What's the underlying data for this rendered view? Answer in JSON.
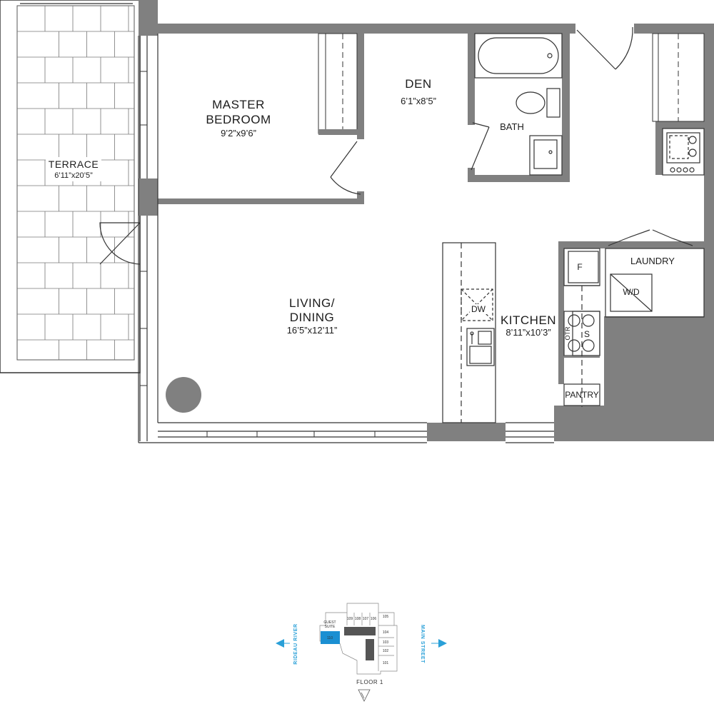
{
  "rooms": {
    "terrace": {
      "name": "TERRACE",
      "dims": "6’11”x20’5”"
    },
    "master_bedroom": {
      "name_line1": "MASTER",
      "name_line2": "BEDROOM",
      "dims": "9’2”x9’6”"
    },
    "den": {
      "name": "DEN",
      "dims": "6’1”x8’5”"
    },
    "bath": {
      "name": "BATH"
    },
    "living_dining": {
      "name_line1": "LIVING/",
      "name_line2": "DINING",
      "dims": "16’5”x12’11”"
    },
    "kitchen": {
      "name": "KITCHEN",
      "dims": "8’11”x10’3”"
    },
    "laundry": {
      "name": "LAUNDRY"
    },
    "pantry": {
      "name": "PANTRY"
    }
  },
  "fixtures": {
    "fridge": "F",
    "dishwasher": "DW",
    "washer_dryer": "W/D",
    "otr": "OTR",
    "stove": "S"
  },
  "keyplan": {
    "units": [
      "109",
      "108",
      "107",
      "106",
      "105",
      "104",
      "103",
      "102",
      "101"
    ],
    "highlight_unit": "110",
    "guest_suite_line1": "GUEST",
    "guest_suite_line2": "SUITE",
    "west_label": "RIDEAU RIVER",
    "east_label": "MAIN STREET",
    "floor": "FLOOR 1",
    "highlight_color": "#1b8fd2",
    "arrow_color": "#2aa0d8"
  },
  "colors": {
    "wall": "#808080",
    "line": "#333333",
    "background": "#ffffff"
  }
}
